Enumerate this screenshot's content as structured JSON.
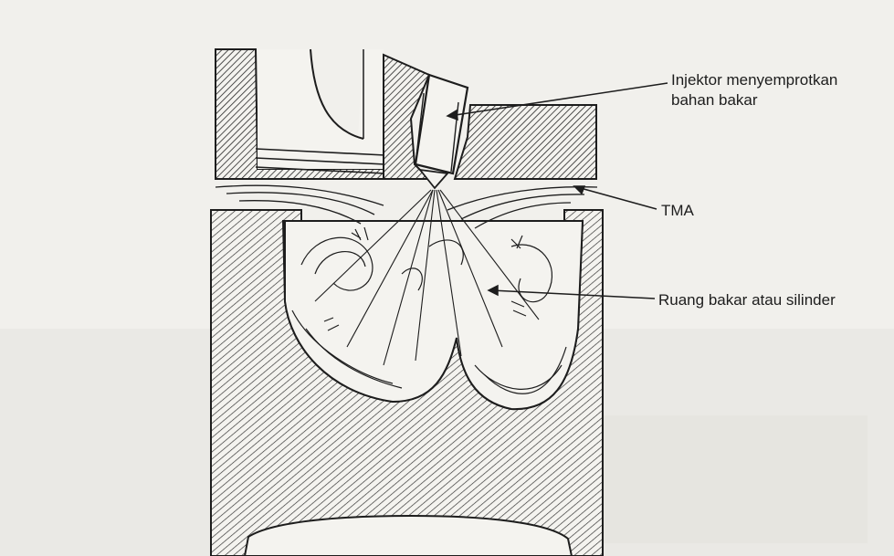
{
  "labels": {
    "injector_line1": "Injektor menyemprotkan",
    "injector_line2": "bahan bakar",
    "tma": "TMA",
    "ruang_bakar": "Ruang bakar atau silinder"
  },
  "colors": {
    "paper": "#f1f0ec",
    "ink": "#1d1d1d"
  }
}
